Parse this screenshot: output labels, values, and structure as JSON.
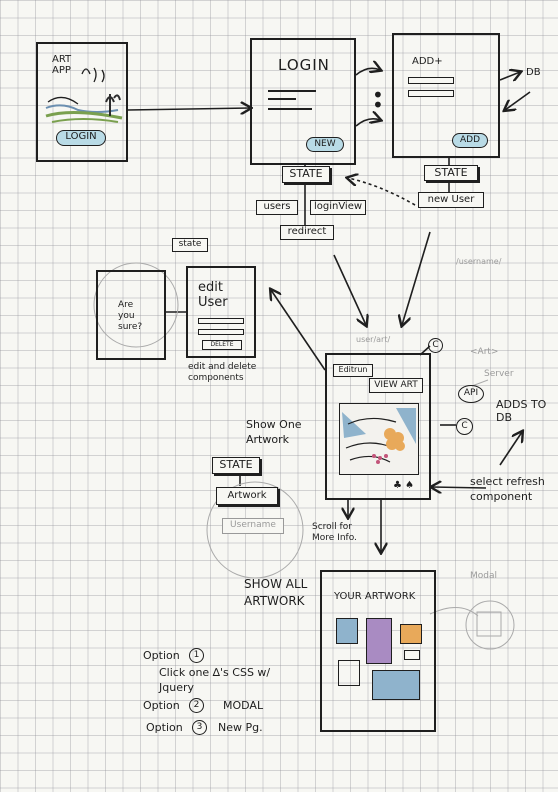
{
  "splash": {
    "title": "ART APP",
    "login_button": "LOGIN"
  },
  "login_screen": {
    "title": "LOGIN",
    "new_button": "NEW"
  },
  "add_screen": {
    "title": "ADD+",
    "add_button": "ADD",
    "db_label": "DB"
  },
  "login_state": {
    "title": "STATE",
    "props": [
      "users",
      "loginView",
      "redirect"
    ]
  },
  "add_state": {
    "title": "STATE",
    "props": [
      "new User"
    ]
  },
  "edit_state": {
    "title": "state"
  },
  "confirm_screen": {
    "text": "Are you sure?"
  },
  "edit_screen": {
    "title": "edit User",
    "delete_button": "DELETE",
    "caption": "edit and delete components"
  },
  "view_screen": {
    "top_label": "Editrun",
    "view_button": "VIEW ART",
    "component_marker": "C",
    "api_label": "API",
    "faint_right_1": "<Art>",
    "faint_right_2": "Server",
    "faint_top": "user/art/",
    "faint_far": "/username/"
  },
  "adds_to_db": "ADDS TO DB",
  "select_refresh": "select refresh component",
  "show_one": "Show One Artwork",
  "scroll_note": "Scroll for More Info.",
  "artwork_state": {
    "title": "STATE",
    "prop": "Artwork",
    "faint_prop": "Username"
  },
  "show_all": "SHOW ALL ARTWORK",
  "gallery": {
    "title": "YOUR ARTWORK",
    "faint_modal": "Modal"
  },
  "options": [
    {
      "label": "Option",
      "num": "1",
      "text": "Click one ∆'s CSS w/ Jquery"
    },
    {
      "label": "Option",
      "num": "2",
      "text": "MODAL"
    },
    {
      "label": "Option",
      "num": "3",
      "text": "New Pg."
    }
  ],
  "colors": {
    "blue": "#8fb3cc",
    "purple": "#a98bc2",
    "orange": "#e8a95a",
    "pill": "#b9dbe6"
  }
}
